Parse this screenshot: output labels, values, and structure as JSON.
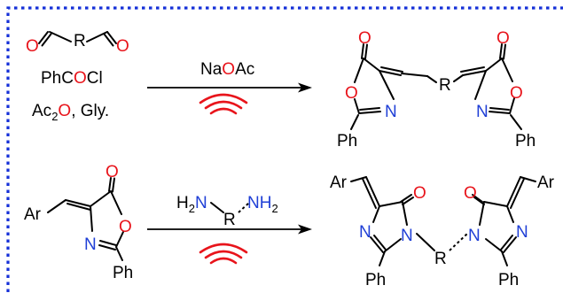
{
  "colors": {
    "border": "#1530d8",
    "heteroatom_oxygen": "#e8141b",
    "heteroatom_nitrogen": "#1f3fd6",
    "heat_symbol": "#e8141b"
  },
  "icons": [
    "heat-waves-icon",
    "reaction-arrow-icon"
  ],
  "reaction1": {
    "reagent_dialdehyde_R": "R",
    "reagent_benzoyl": {
      "pre": "PhC",
      "o": "O",
      "post": "Cl"
    },
    "reagent_ac2o": {
      "pre": "Ac",
      "sub": "2",
      "o": "O",
      "post": ", Gly."
    },
    "condition": {
      "pre": "Na",
      "o": "O",
      "post": "Ac"
    },
    "product": {
      "o_carbonyl_left": "O",
      "o_ring_left": "O",
      "n_left": "N",
      "ph_left": "Ph",
      "linker": "R",
      "o_carbonyl_right": "O",
      "o_ring_right": "O",
      "n_right": "N",
      "ph_right": "Ph"
    }
  },
  "reaction2": {
    "reactant": {
      "ar": "Ar",
      "o_carbonyl": "O",
      "o_ring": "O",
      "n": "N",
      "ph": "Ph"
    },
    "condition": {
      "h2_left": "H",
      "sub_left": "2",
      "n_left": "N",
      "r": "R",
      "n_right": "NH",
      "sub_right": "2"
    },
    "product": {
      "ar_left": "Ar",
      "o_left": "O",
      "n_left_ring": "N",
      "n_left_imide": "N",
      "ph_left": "Ph",
      "linker": "R",
      "ar_right": "Ar",
      "o_right": "O",
      "n_right_imide": "N",
      "n_right_ring": "N",
      "ph_right": "Ph"
    }
  }
}
